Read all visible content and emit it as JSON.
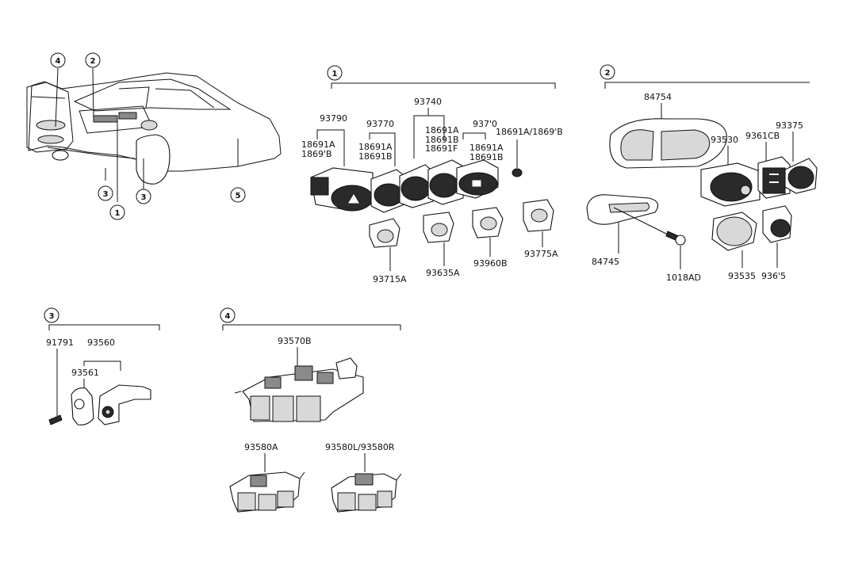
{
  "callouts": {
    "c1": "1",
    "c2": "2",
    "c3": "3",
    "c4": "4",
    "c5": "5"
  },
  "car": {
    "markers": {
      "m4": "4",
      "m2": "2",
      "m3a": "3",
      "m3b": "3",
      "m1": "1",
      "m5": "5"
    }
  },
  "section1": {
    "group_top": "93740",
    "labels": {
      "p93790": "93790",
      "p18691a_1": "18691A",
      "p1869b_1": "1869'B",
      "p93770": "93770",
      "p18691a_2": "18691A",
      "p18691b_2": "18691B",
      "p18691a_3": "18691A",
      "p18691b_3": "18691B",
      "p18691f_3": "18691F",
      "p93710": "937'0",
      "p18691a_4": "18691A",
      "p18691b_4": "18691B",
      "p18691ab": "18691A/1869'B",
      "p93715a": "93715A",
      "p93635a": "93635A",
      "p93960b": "93960B",
      "p93775a": "93775A"
    }
  },
  "section2": {
    "labels": {
      "p84754": "84754",
      "p93375": "93375",
      "p93530": "93530",
      "p93610b": "9361CB",
      "p84745": "84745",
      "p1018ad": "1018AD",
      "p93535": "93535",
      "p93615": "936'5"
    }
  },
  "section3": {
    "labels": {
      "p91791": "91791",
      "p93560": "93560",
      "p93561": "93561"
    }
  },
  "section4": {
    "labels": {
      "p93570b": "93570B",
      "p93580a": "93580A",
      "p93580lr": "93580L/93580R"
    }
  }
}
